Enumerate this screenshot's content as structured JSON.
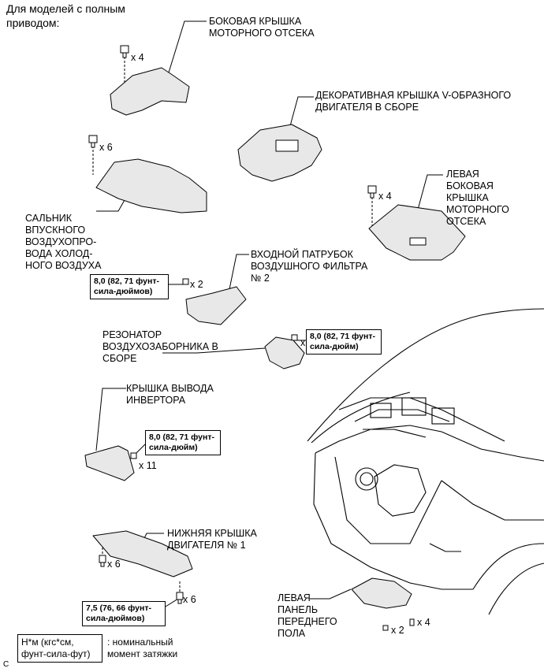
{
  "heading": "Для моделей с полным\nприводом:",
  "labels": {
    "side_cover": "БОКОВАЯ КРЫШКА\nМОТОРНОГО ОТСЕКА",
    "v_cover": "ДЕКОРАТИВНАЯ КРЫШКА V-ОБРАЗНОГО\nДВИГАТЕЛЯ В СБОРЕ",
    "left_side_cover": "ЛЕВАЯ\nБОКОВАЯ\nКРЫШКА\nМОТОРНОГО\nОТСЕКА",
    "cold_air_seal": "САЛЬНИК\nВПУСКНОГО\nВОЗДУХОПРО-\nВОДА ХОЛОД-\nНОГО ВОЗДУХА",
    "inlet_duct": "ВХОДНОЙ ПАТРУБОК\nВОЗДУШНОГО ФИЛЬТРА\n№ 2",
    "resonator": "РЕЗОНАТОР\nВОЗДУХОЗАБОРНИКА В\nСБОРЕ",
    "inverter_cover": "КРЫШКА ВЫВОДА\nИНВЕРТОРА",
    "engine_under_cover": "НИЖНЯЯ КРЫШКА\nДВИГАТЕЛЯ № 1",
    "front_floor_panel": "ЛЕВАЯ\nПАНЕЛЬ\nПЕРЕДНЕГО\nПОЛА"
  },
  "quantities": {
    "side_cover_bolts": "x 4",
    "seal_bolts": "x 6",
    "left_cover_bolts": "x 4",
    "duct_bolts": "x 2",
    "resonator_bolts": "x 2",
    "inverter_bolts": "x 11",
    "under_cover_bolts_top": "x 6",
    "under_cover_bolts_bottom": "x 6",
    "floor_panel_bolts_a": "x 2",
    "floor_panel_bolts_b": "x 4"
  },
  "torques": {
    "duct": "8,0 (82, 71 фунт-\nсила-дюймов)",
    "resonator": "8,0 (82, 71 фунт-\nсила-дюйм)",
    "inverter": "8,0 (82, 71 фунт-\nсила-дюйм)",
    "under_cover": "7,5 (76, 66 фунт-\nсила-дюймов)"
  },
  "legend": {
    "box": "Н*м (кгс*см,\nфунт-сила-фут)",
    "text": ": номинальный\nмомент затяжки"
  },
  "corner_mark": "C"
}
